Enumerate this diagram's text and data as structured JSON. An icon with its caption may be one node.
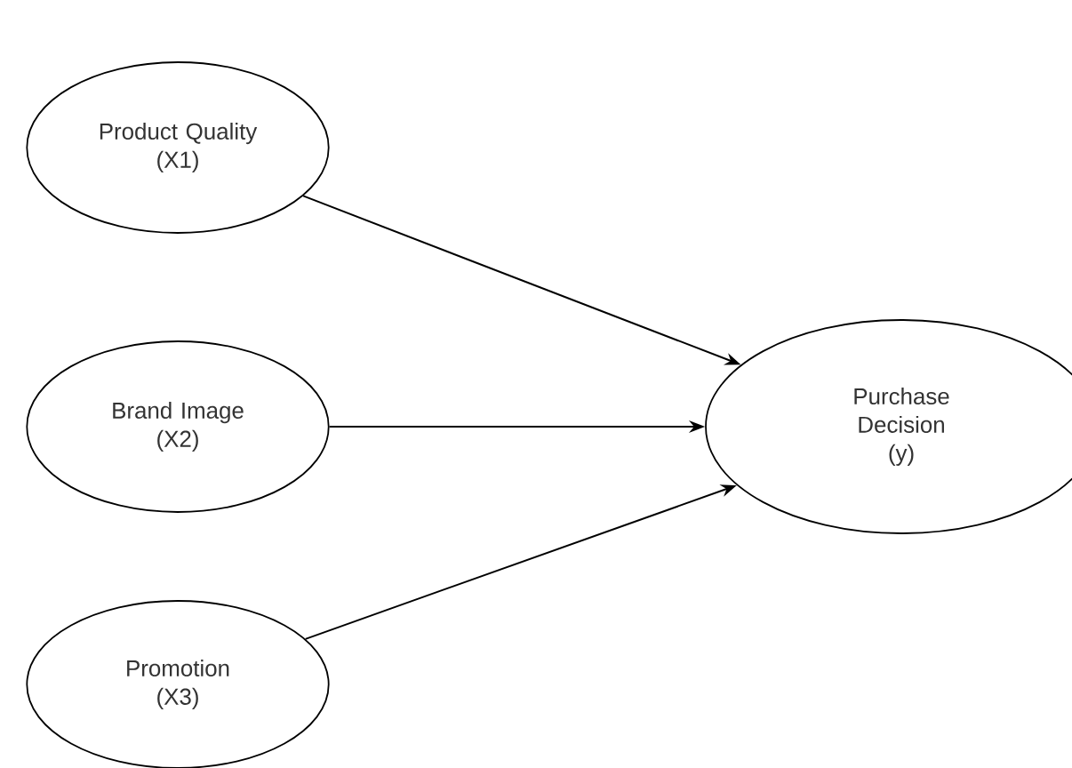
{
  "diagram": {
    "nodes": [
      {
        "text": [
          "Product Quality",
          "(X1)"
        ]
      },
      {
        "text": [
          "Brand Image",
          "(X2)"
        ]
      },
      {
        "text": [
          "Promotion",
          "(X3)"
        ]
      },
      {
        "text": [
          "Purchase Decision",
          "(y)"
        ]
      }
    ],
    "edges": [
      {
        "from": 0,
        "to": 3,
        "arrow": "to"
      },
      {
        "from": 1,
        "to": 3,
        "arrow": "to"
      },
      {
        "from": 2,
        "to": 3,
        "arrow": "to"
      }
    ]
  }
}
